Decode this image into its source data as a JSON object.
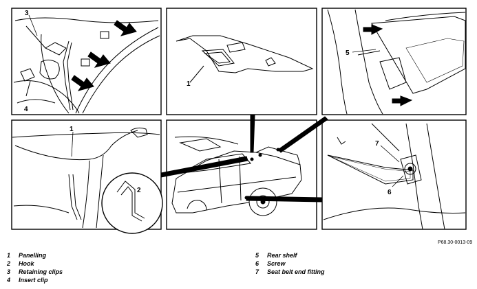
{
  "figure": {
    "callouts": {
      "p1": "3",
      "p2": "4",
      "p3": "1",
      "p4": "5",
      "p5": "1",
      "p6": "2",
      "p7": "7",
      "p8": "6"
    },
    "reference": "P68.30-0013-09"
  },
  "legend": {
    "left": [
      {
        "num": "1",
        "text": "Panelling"
      },
      {
        "num": "2",
        "text": "Hook"
      },
      {
        "num": "3",
        "text": "Retaining clips"
      },
      {
        "num": "4",
        "text": "Insert clip"
      }
    ],
    "right": [
      {
        "num": "5",
        "text": "Rear shelf"
      },
      {
        "num": "6",
        "text": "Screw"
      },
      {
        "num": "7",
        "text": "Seat belt end fitting"
      }
    ]
  }
}
